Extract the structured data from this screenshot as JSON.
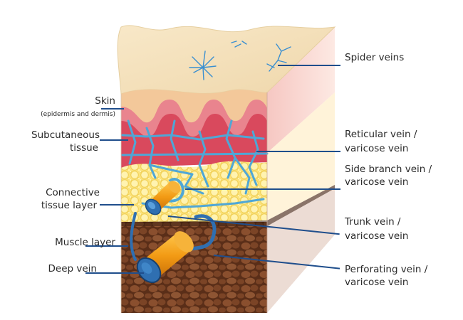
{
  "labels_left": [
    {
      "text": "Skin"
    },
    {
      "text": "(epidermis and dermis)"
    },
    {
      "text": "Subcutaneous"
    },
    {
      "text": "tissue"
    },
    {
      "text": "Connective"
    },
    {
      "text": "tissue layer"
    },
    {
      "text": "Muscle layer"
    },
    {
      "text": "Deep vein"
    }
  ],
  "labels_right": [
    {
      "text": "Spider veins"
    },
    {
      "text": "Reticular vein /"
    },
    {
      "text": "varicose vein"
    },
    {
      "text": "Side branch vein /"
    },
    {
      "text": "varicose vein"
    },
    {
      "text": "Trunk vein /"
    },
    {
      "text": "varicose vein"
    },
    {
      "text": "Perforating vein /"
    },
    {
      "text": "varicose vein"
    }
  ],
  "colors": {
    "skin_top": "#f5e2bf",
    "dermis_pink": "#e9848e",
    "subcutaneous_red": "#d9495d",
    "fat_yellow": "#fbe97c",
    "muscle_brown": "#6b3a22",
    "vein_blue": "#4fa7d6",
    "deep_vein_orange": "#f2a51c",
    "leader_line": "#1f4e8c"
  }
}
